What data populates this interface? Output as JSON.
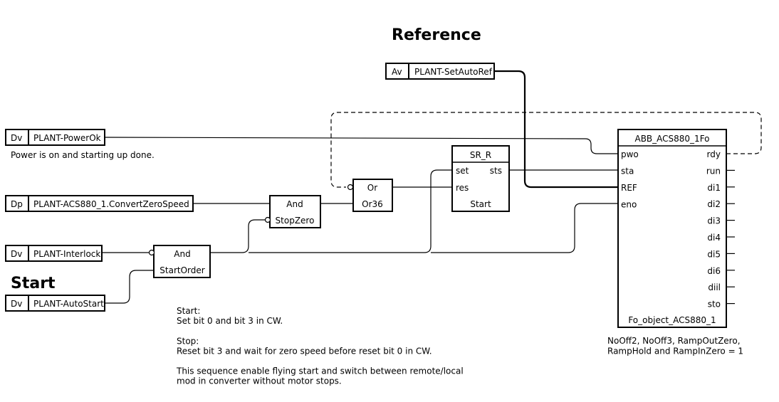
{
  "headings": {
    "reference": "Reference",
    "start": "Start"
  },
  "signals": {
    "av_ref": {
      "type": "Av",
      "name": "PLANT-SetAutoRef"
    },
    "dv_power": {
      "type": "Dv",
      "name": "PLANT-PowerOk"
    },
    "dp_zero": {
      "type": "Dp",
      "name": "PLANT-ACS880_1.ConvertZeroSpeed"
    },
    "dv_inter": {
      "type": "Dv",
      "name": "PLANT-Interlock"
    },
    "dv_auto": {
      "type": "Dv",
      "name": "PLANT-AutoStart"
    }
  },
  "power_comment": "Power is on and starting up done.",
  "gates": {
    "and_stopzero": {
      "op": "And",
      "name": "StopZero"
    },
    "and_startorder": {
      "op": "And",
      "name": "StartOrder"
    },
    "or36": {
      "op": "Or",
      "name": "Or36"
    }
  },
  "sr": {
    "title": "SR_R",
    "in_set": "set",
    "in_res": "res",
    "out_sts": "sts",
    "name": "Start"
  },
  "fo": {
    "title": "ABB_ACS880_1Fo",
    "inputs": [
      "pwo",
      "sta",
      "REF",
      "eno"
    ],
    "outputs": [
      "rdy",
      "run",
      "di1",
      "di2",
      "di3",
      "di4",
      "di5",
      "di6",
      "diil",
      "sto"
    ],
    "name": "Fo_object_ACS880_1"
  },
  "notes": {
    "start_lines": [
      "Start:",
      "Set bit 0 and bit 3 in CW.",
      "",
      "Stop:",
      "Reset bit 3 and wait for zero speed before reset bit 0 in CW.",
      "",
      "This sequence enable flying start and switch between remote/local",
      "mod in converter without motor stops."
    ],
    "fo_lines": [
      "NoOff2, NoOff3, RampOutZero,",
      "RampHold and RampInZero = 1"
    ]
  }
}
